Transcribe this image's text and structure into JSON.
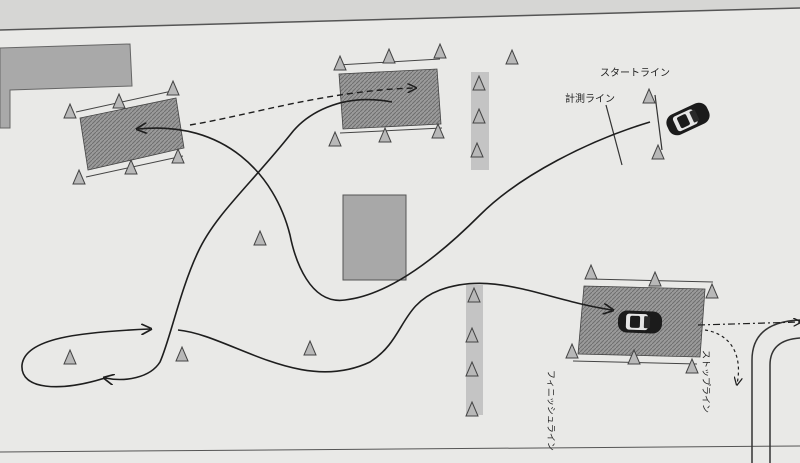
{
  "labels": {
    "start_line": "スタートライン",
    "measure_line": "計測ライン",
    "finish_line": "フィニッシュライン",
    "stop_line": "ストップライン"
  },
  "colors": {
    "paper": "#e9e9e7",
    "ink": "#1e1e1e",
    "hatch": "#8e8e8e",
    "cone": "#b8b8b8"
  },
  "icons": {
    "cone": "triangle-cone-icon",
    "car": "car-top-view-icon",
    "arrow": "arrowhead-icon"
  }
}
